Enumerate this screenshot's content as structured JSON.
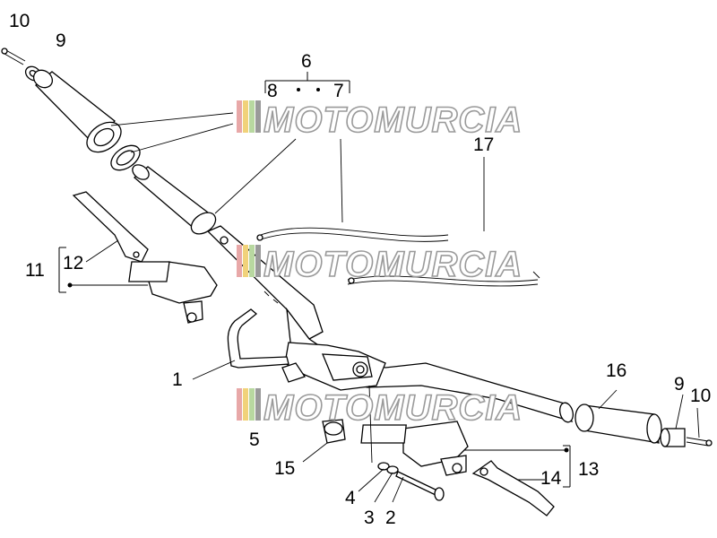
{
  "callouts": {
    "c10a": "10",
    "c9a": "9",
    "c6": "6",
    "c8": "8",
    "c7": "7",
    "c17": "17",
    "c12": "12",
    "c11": "11",
    "c1": "1",
    "c5": "5",
    "c15": "15",
    "c4": "4",
    "c3": "3",
    "c2": "2",
    "c16": "16",
    "c9b": "9",
    "c10b": "10",
    "c13": "13",
    "c14": "14"
  },
  "watermark": {
    "text": "MOTOMURCIA",
    "stripe_colors": [
      "#e8a8a8",
      "#f1d27a",
      "#b8d8a0",
      "#9a9a9a"
    ]
  }
}
